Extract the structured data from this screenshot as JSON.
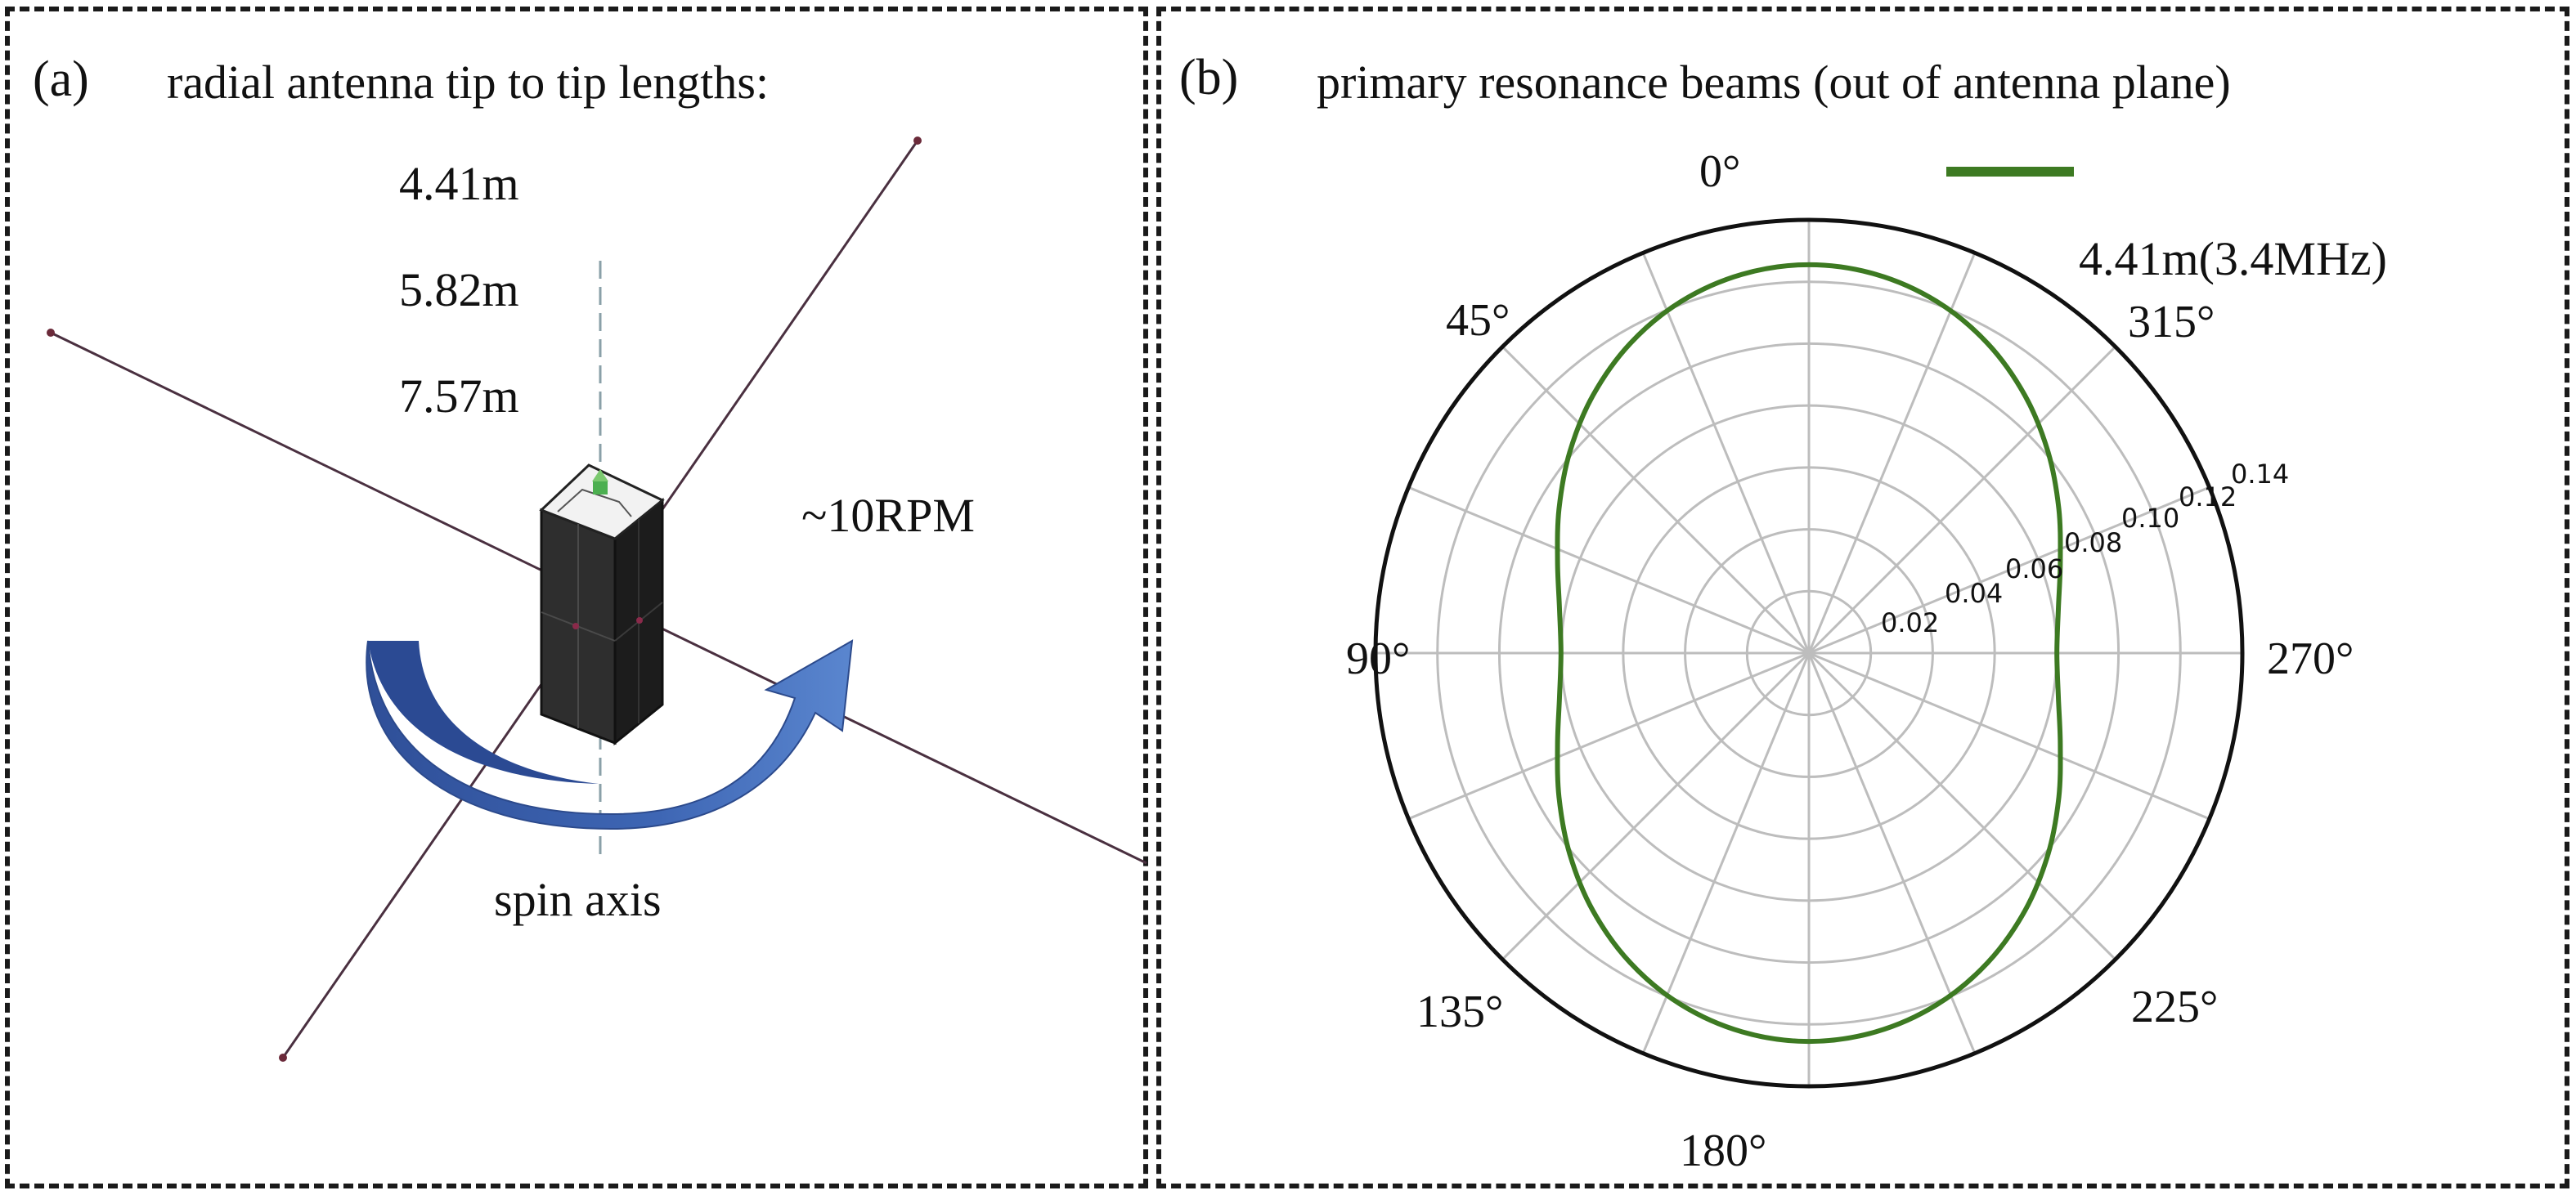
{
  "panel_a": {
    "label": "(a)",
    "title": "radial antenna tip to tip lengths:",
    "lengths": [
      "4.41m",
      "5.82m",
      "7.57m"
    ],
    "rpm": "~10RPM",
    "spin_axis": "spin axis",
    "colors": {
      "arrow": "#3f62ad",
      "antenna": "#4a3040",
      "body": "#2a2a2a"
    }
  },
  "panel_b": {
    "label": "(b)",
    "title": "primary resonance beams (out of antenna plane)",
    "legend": "4.41m(3.4MHz)",
    "angles": [
      "0°",
      "45°",
      "90°",
      "135°",
      "180°",
      "225°",
      "270°",
      "315°"
    ],
    "radial_ticks": [
      "0.02",
      "0.04",
      "0.06",
      "0.08",
      "0.10",
      "0.12",
      "0.14"
    ],
    "colors": {
      "beam": "#3d7a22",
      "grid": "#bdbdbd"
    }
  },
  "chart_data": {
    "type": "polar",
    "title": "primary resonance beams (out of antenna plane)",
    "angle_direction": "counterclockwise",
    "zero_location": "top",
    "r_ticks": [
      0.02,
      0.04,
      0.06,
      0.08,
      0.1,
      0.12,
      0.14
    ],
    "r_max": 0.14,
    "grid": true,
    "legend_location": "top-right",
    "series": [
      {
        "name": "4.41m(3.4MHz)",
        "color": "#3d7a22",
        "theta_deg": [
          0,
          10,
          20,
          30,
          40,
          50,
          60,
          70,
          80,
          90,
          100,
          110,
          120,
          130,
          140,
          150,
          160,
          170,
          180,
          190,
          200,
          210,
          220,
          230,
          240,
          250,
          260,
          270,
          280,
          290,
          300,
          310,
          320,
          330,
          340,
          350,
          360
        ],
        "r": [
          0.1255,
          0.1243,
          0.1209,
          0.1155,
          0.1086,
          0.1009,
          0.0932,
          0.0864,
          0.0818,
          0.0801,
          0.0818,
          0.0864,
          0.0932,
          0.1009,
          0.1086,
          0.1155,
          0.1209,
          0.1243,
          0.1255,
          0.1243,
          0.1209,
          0.1155,
          0.1086,
          0.1009,
          0.0932,
          0.0864,
          0.0818,
          0.0801,
          0.0818,
          0.0864,
          0.0932,
          0.1009,
          0.1086,
          0.1155,
          0.1209,
          0.1243,
          0.1255
        ]
      }
    ]
  }
}
